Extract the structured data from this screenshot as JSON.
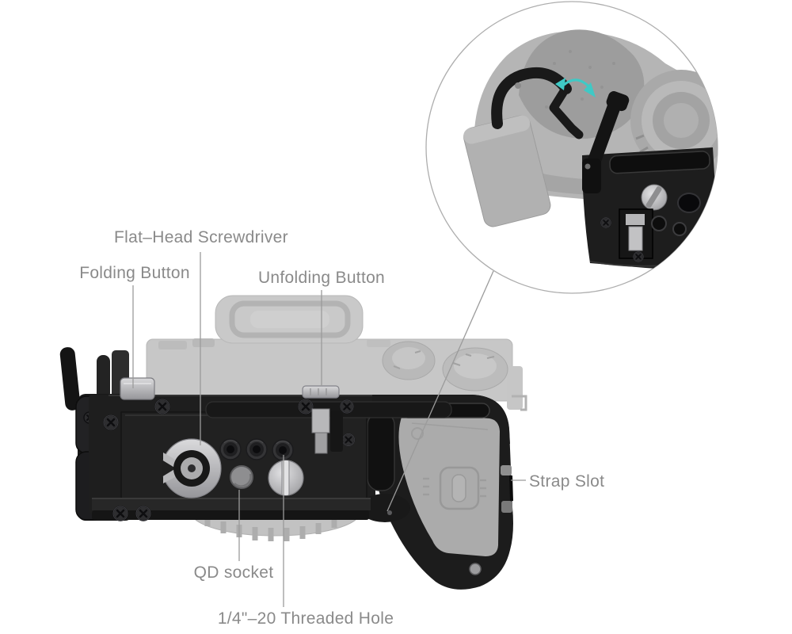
{
  "product_diagram": {
    "background": "#ffffff",
    "callouts": {
      "flat_head_screwdriver": "Flat–Head Screwdriver",
      "folding_button": "Folding Button",
      "unfolding_button": "Unfolding Button",
      "strap_slot": "Strap Slot",
      "qd_socket": "QD socket",
      "threaded_hole": "1/4\"–20 Threaded Hole"
    },
    "colors": {
      "label_text": "#8a8a8a",
      "leader_line": "#9b9b9b",
      "inset_circle_border": "#adadad",
      "fold_arrow_accent": "#3fc9c5",
      "plate_black": "#1c1c1c",
      "ghost_camera_gray": "#c4c4c4",
      "silver_hardware": "#c0c0c2"
    }
  }
}
